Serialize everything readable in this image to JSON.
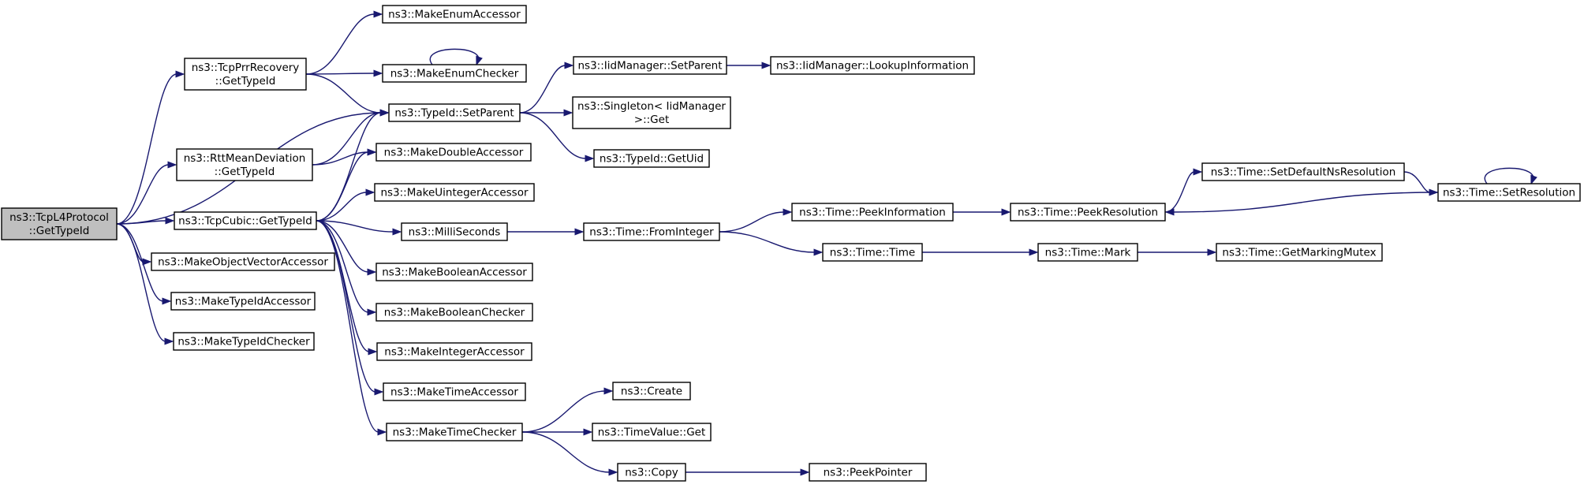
{
  "graph": {
    "edge_color": "#191970",
    "root_fill": "#bfbfbf",
    "nodes": [
      {
        "id": "tcpl4",
        "lines": [
          "ns3::TcpL4Protocol",
          "::GetTypeId"
        ],
        "root": true
      },
      {
        "id": "prr",
        "lines": [
          "ns3::TcpPrrRecovery",
          "::GetTypeId"
        ]
      },
      {
        "id": "rtt",
        "lines": [
          "ns3::RttMeanDeviation",
          "::GetTypeId"
        ]
      },
      {
        "id": "cubic",
        "lines": [
          "ns3::TcpCubic::GetTypeId"
        ]
      },
      {
        "id": "objvec",
        "lines": [
          "ns3::MakeObjectVectorAccessor"
        ]
      },
      {
        "id": "tidacc",
        "lines": [
          "ns3::MakeTypeIdAccessor"
        ]
      },
      {
        "id": "tidchk",
        "lines": [
          "ns3::MakeTypeIdChecker"
        ]
      },
      {
        "id": "enumacc",
        "lines": [
          "ns3::MakeEnumAccessor"
        ]
      },
      {
        "id": "enumchk",
        "lines": [
          "ns3::MakeEnumChecker"
        ]
      },
      {
        "id": "setparent",
        "lines": [
          "ns3::TypeId::SetParent"
        ]
      },
      {
        "id": "dblacc",
        "lines": [
          "ns3::MakeDoubleAccessor"
        ]
      },
      {
        "id": "uintacc",
        "lines": [
          "ns3::MakeUintegerAccessor"
        ]
      },
      {
        "id": "ms",
        "lines": [
          "ns3::MilliSeconds"
        ]
      },
      {
        "id": "boolacc",
        "lines": [
          "ns3::MakeBooleanAccessor"
        ]
      },
      {
        "id": "boolchk",
        "lines": [
          "ns3::MakeBooleanChecker"
        ]
      },
      {
        "id": "intacc",
        "lines": [
          "ns3::MakeIntegerAccessor"
        ]
      },
      {
        "id": "timeacc",
        "lines": [
          "ns3::MakeTimeAccessor"
        ]
      },
      {
        "id": "timechk",
        "lines": [
          "ns3::MakeTimeChecker"
        ]
      },
      {
        "id": "iidsetp",
        "lines": [
          "ns3::IidManager::SetParent"
        ]
      },
      {
        "id": "singleton",
        "lines": [
          "ns3::Singleton< IidManager",
          ">::Get"
        ]
      },
      {
        "id": "getuid",
        "lines": [
          "ns3::TypeId::GetUid"
        ]
      },
      {
        "id": "lookup",
        "lines": [
          "ns3::IidManager::LookupInformation"
        ]
      },
      {
        "id": "fromint",
        "lines": [
          "ns3::Time::FromInteger"
        ]
      },
      {
        "id": "peekinfo",
        "lines": [
          "ns3::Time::PeekInformation"
        ]
      },
      {
        "id": "timetime",
        "lines": [
          "ns3::Time::Time"
        ]
      },
      {
        "id": "peekres",
        "lines": [
          "ns3::Time::PeekResolution"
        ]
      },
      {
        "id": "setdef",
        "lines": [
          "ns3::Time::SetDefaultNsResolution"
        ]
      },
      {
        "id": "setres",
        "lines": [
          "ns3::Time::SetResolution"
        ]
      },
      {
        "id": "mark",
        "lines": [
          "ns3::Time::Mark"
        ]
      },
      {
        "id": "mutex",
        "lines": [
          "ns3::Time::GetMarkingMutex"
        ]
      },
      {
        "id": "create",
        "lines": [
          "ns3::Create"
        ]
      },
      {
        "id": "tvget",
        "lines": [
          "ns3::TimeValue::Get"
        ]
      },
      {
        "id": "copy",
        "lines": [
          "ns3::Copy"
        ]
      },
      {
        "id": "peekptr",
        "lines": [
          "ns3::PeekPointer"
        ]
      }
    ],
    "edges": [
      {
        "from": "tcpl4",
        "to": "prr"
      },
      {
        "from": "tcpl4",
        "to": "setparent"
      },
      {
        "from": "tcpl4",
        "to": "rtt"
      },
      {
        "from": "tcpl4",
        "to": "cubic"
      },
      {
        "from": "tcpl4",
        "to": "objvec"
      },
      {
        "from": "tcpl4",
        "to": "tidacc"
      },
      {
        "from": "tcpl4",
        "to": "tidchk"
      },
      {
        "from": "prr",
        "to": "enumacc"
      },
      {
        "from": "prr",
        "to": "enumchk"
      },
      {
        "from": "prr",
        "to": "setparent"
      },
      {
        "from": "enumchk",
        "to": "enumchk"
      },
      {
        "from": "rtt",
        "to": "setparent"
      },
      {
        "from": "rtt",
        "to": "dblacc"
      },
      {
        "from": "cubic",
        "to": "setparent"
      },
      {
        "from": "cubic",
        "to": "dblacc"
      },
      {
        "from": "cubic",
        "to": "uintacc"
      },
      {
        "from": "cubic",
        "to": "ms"
      },
      {
        "from": "cubic",
        "to": "boolacc"
      },
      {
        "from": "cubic",
        "to": "boolchk"
      },
      {
        "from": "cubic",
        "to": "intacc"
      },
      {
        "from": "cubic",
        "to": "timeacc"
      },
      {
        "from": "cubic",
        "to": "timechk"
      },
      {
        "from": "setparent",
        "to": "iidsetp"
      },
      {
        "from": "setparent",
        "to": "singleton"
      },
      {
        "from": "setparent",
        "to": "getuid"
      },
      {
        "from": "iidsetp",
        "to": "lookup"
      },
      {
        "from": "ms",
        "to": "fromint"
      },
      {
        "from": "fromint",
        "to": "peekinfo"
      },
      {
        "from": "fromint",
        "to": "timetime"
      },
      {
        "from": "peekinfo",
        "to": "peekres"
      },
      {
        "from": "peekres",
        "to": "setdef"
      },
      {
        "from": "setdef",
        "to": "setres"
      },
      {
        "from": "setres",
        "to": "peekres"
      },
      {
        "from": "setres",
        "to": "setres"
      },
      {
        "from": "timetime",
        "to": "mark"
      },
      {
        "from": "mark",
        "to": "mutex"
      },
      {
        "from": "timechk",
        "to": "create"
      },
      {
        "from": "timechk",
        "to": "tvget"
      },
      {
        "from": "timechk",
        "to": "copy"
      },
      {
        "from": "copy",
        "to": "peekptr"
      }
    ]
  }
}
